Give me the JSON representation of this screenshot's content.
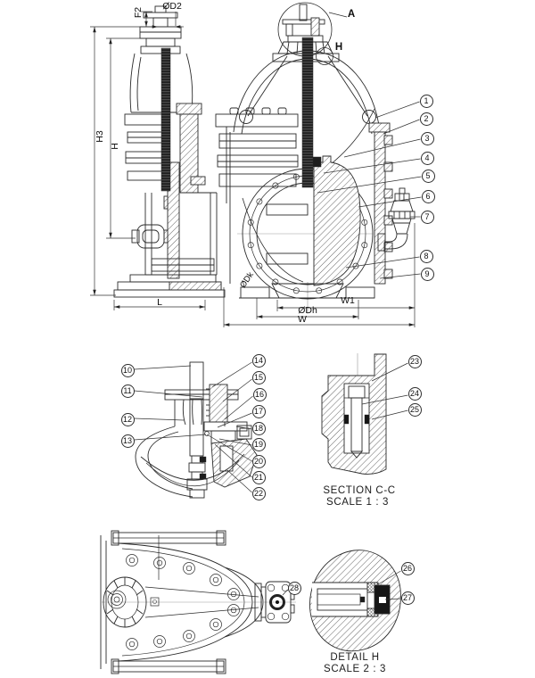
{
  "drawing": {
    "type": "engineering-drawing",
    "subject": "gate valve assembly sections and details",
    "colors": {
      "background": "#ffffff",
      "line": "#2b2b2b"
    },
    "side_view": {
      "dim_f2": "F2",
      "dim_d2": "ØD2",
      "dim_h3": "H3",
      "dim_h": "H",
      "dim_l": "L"
    },
    "front_view": {
      "detail_a_label": "A",
      "detail_h_marker": "H",
      "bolt_circle_label": "ØDk",
      "dim_w1": "W1",
      "dim_dh": "ØDh",
      "dim_w": "W"
    },
    "section_cc": {
      "title": "SECTION C-C",
      "scale": "SCALE 1 : 3"
    },
    "detail_h": {
      "title": "DETAIL H",
      "scale": "SCALE 2 : 3"
    },
    "balloons": [
      "1",
      "2",
      "3",
      "4",
      "5",
      "6",
      "7",
      "8",
      "9",
      "10",
      "11",
      "12",
      "13",
      "14",
      "15",
      "16",
      "17",
      "18",
      "19",
      "20",
      "21",
      "22",
      "23",
      "24",
      "25",
      "26",
      "27",
      "28"
    ]
  }
}
